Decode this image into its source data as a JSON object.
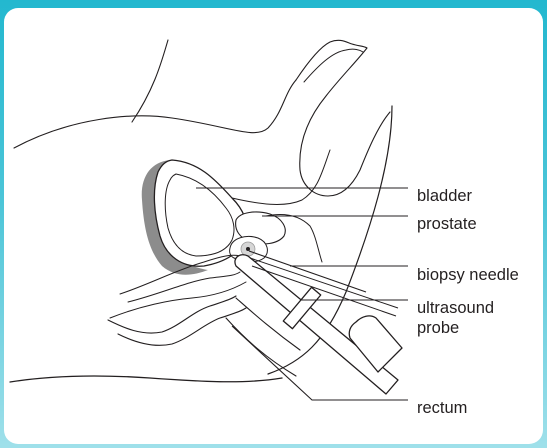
{
  "labels": {
    "bladder": "bladder",
    "prostate": "prostate",
    "biopsy_needle": "biopsy needle",
    "ultrasound_probe_line1": "ultrasound",
    "ultrasound_probe_line2": "probe",
    "rectum": "rectum"
  },
  "colors": {
    "frame_gradient_top": "#23b8cf",
    "frame_gradient_bottom": "#9fe0ea",
    "card_background": "#ffffff",
    "line": "#231f20",
    "bladder_wall_shade": "#8c8c8c",
    "prostate_shade": "#d6d6d6"
  }
}
